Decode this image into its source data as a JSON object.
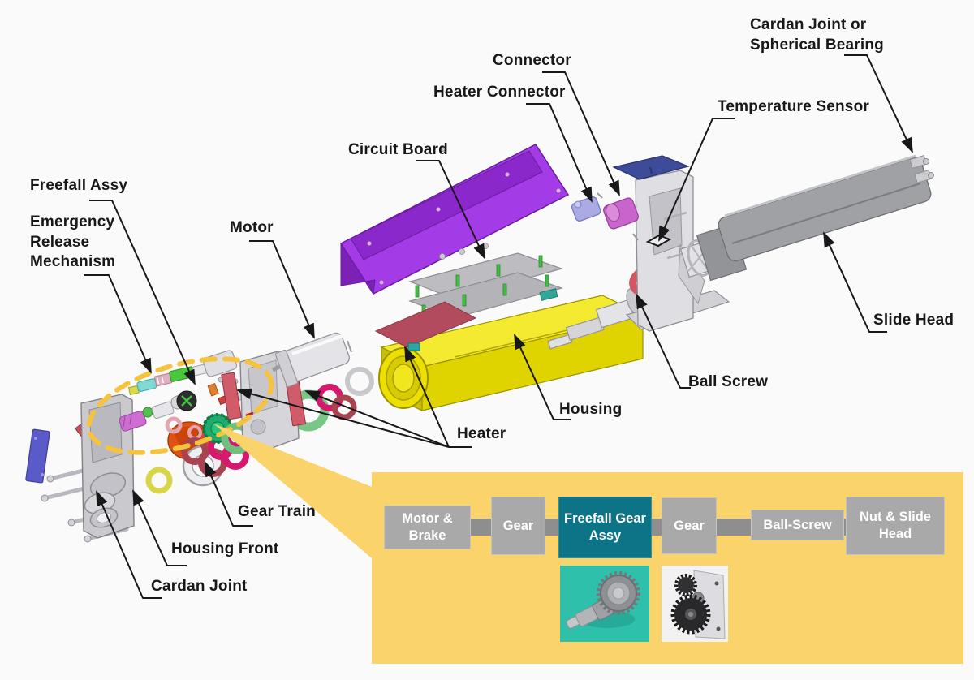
{
  "diagram": {
    "labels": [
      {
        "id": "freefall-assy",
        "text": "Freefall Assy"
      },
      {
        "id": "emergency-release-mechanism",
        "text": "Emergency Release Mechanism"
      },
      {
        "id": "motor",
        "text": "Motor"
      },
      {
        "id": "circuit-board",
        "text": "Circuit Board"
      },
      {
        "id": "heater-connector",
        "text": "Heater Connector"
      },
      {
        "id": "connector",
        "text": "Connector"
      },
      {
        "id": "cardan-joint-or-spherical-bearing",
        "text": "Cardan Joint or Spherical Bearing"
      },
      {
        "id": "temperature-sensor",
        "text": "Temperature Sensor"
      },
      {
        "id": "slide-head",
        "text": "Slide Head"
      },
      {
        "id": "ball-screw",
        "text": "Ball Screw"
      },
      {
        "id": "housing",
        "text": "Housing"
      },
      {
        "id": "heater",
        "text": "Heater"
      },
      {
        "id": "gear-train",
        "text": "Gear Train"
      },
      {
        "id": "housing-front",
        "text": "Housing Front"
      },
      {
        "id": "cardan-joint",
        "text": "Cardan Joint"
      }
    ]
  },
  "flow_panel": {
    "background": "#FBD36B",
    "step_color": "#A9A9A9",
    "highlight_color": "#0D7488",
    "steps": [
      {
        "label": "Motor & Brake",
        "highlighted": false
      },
      {
        "label": "Gear",
        "highlighted": false
      },
      {
        "label": "Freefall Gear Assy",
        "highlighted": true
      },
      {
        "label": "Gear",
        "highlighted": false
      },
      {
        "label": "Ball-Screw",
        "highlighted": false
      },
      {
        "label": "Nut & Slide Head",
        "highlighted": false
      }
    ],
    "photos": [
      {
        "name": "freefall-gear-shaft-photo"
      },
      {
        "name": "gear-assembly-rear-photo"
      }
    ]
  },
  "colors": {
    "background": "#FAFAFA",
    "callout_yellow": "#FBD36B",
    "dashed_ellipse_orange": "#F6C33C",
    "arrow_black": "#17181a",
    "purple_cover": "#A33BE6",
    "yellow_housing": "#EFE202",
    "heater_red": "#CF5C68",
    "slide_head_gray": "#A0A1A5",
    "navy_plate": "#3E4B99",
    "teal_gear": "#1FAB6C"
  }
}
